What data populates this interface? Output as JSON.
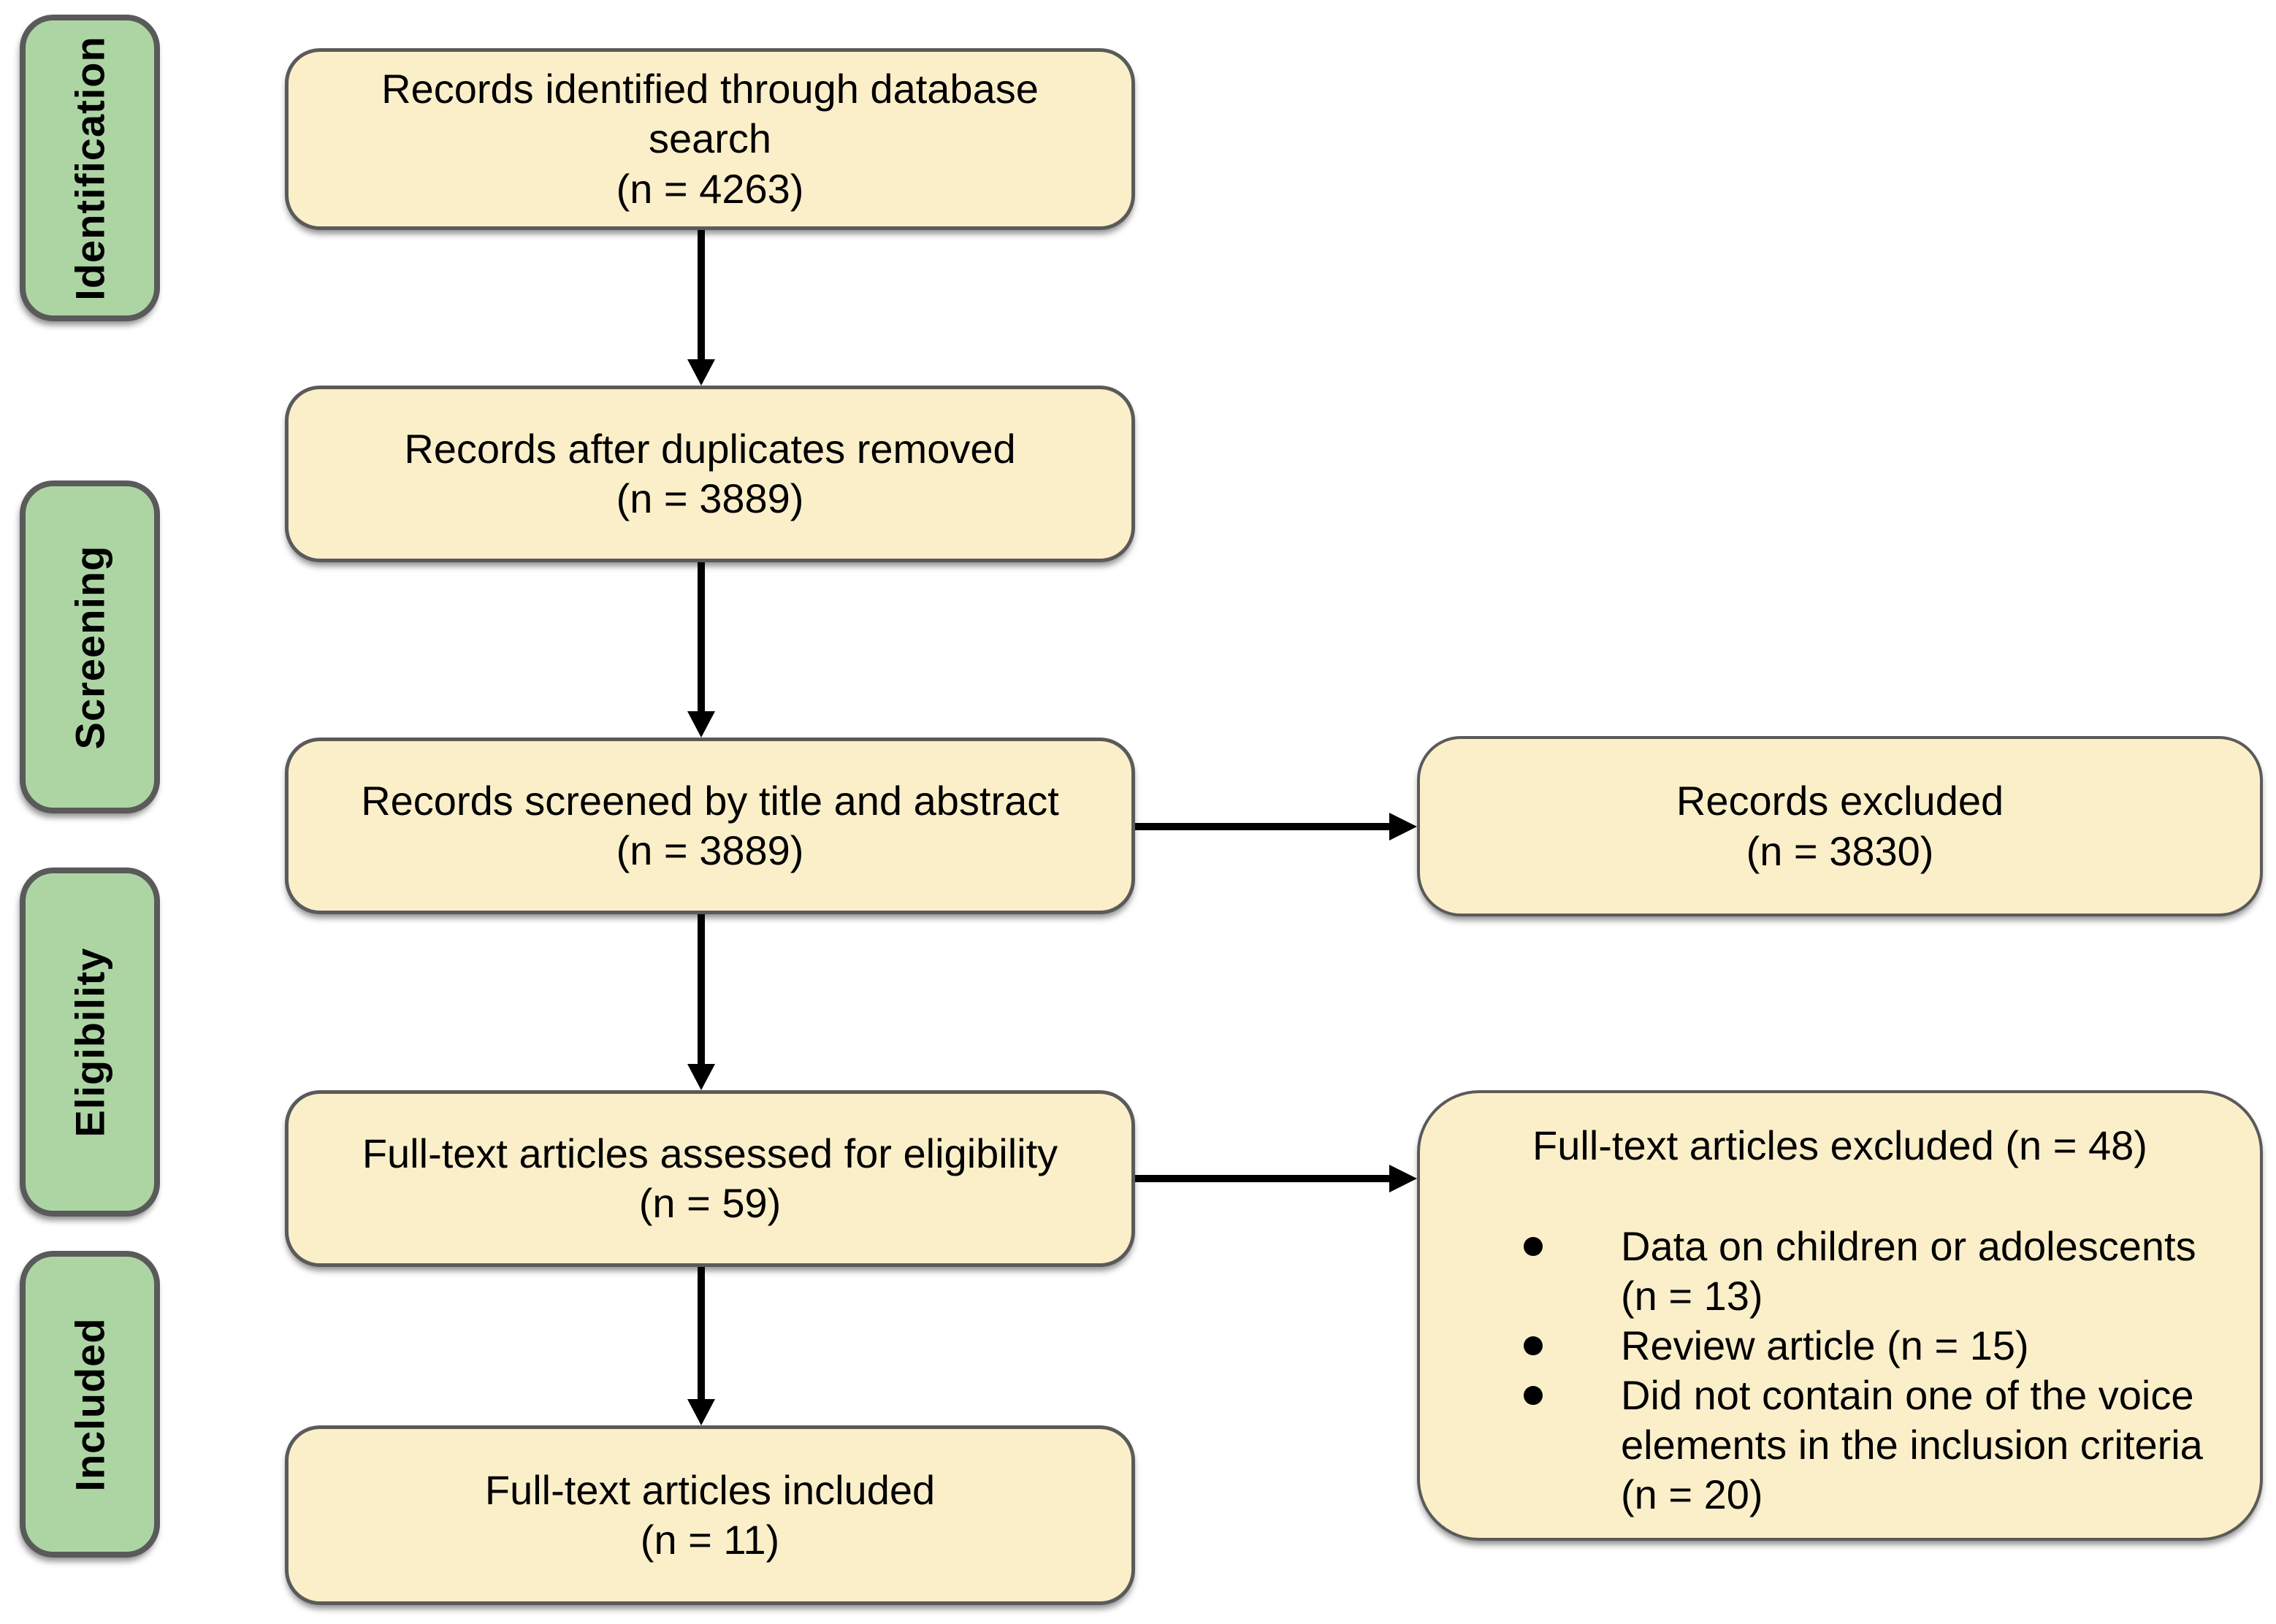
{
  "stages": [
    {
      "label": "Identification"
    },
    {
      "label": "Screening"
    },
    {
      "label": "Eligibility"
    },
    {
      "label": "Included"
    }
  ],
  "main_boxes": [
    {
      "label": "Records identified through database search",
      "count": "(n = 4263)"
    },
    {
      "label": "Records after duplicates removed",
      "count": "(n = 3889)"
    },
    {
      "label": "Records screened by title and abstract",
      "count": "(n = 3889)"
    },
    {
      "label": "Full-text articles assessed for eligibility",
      "count": "(n = 59)"
    },
    {
      "label": "Full-text articles included",
      "count": "(n = 11)"
    }
  ],
  "exclusion_box": {
    "label": "Records excluded",
    "count": "(n = 3830)"
  },
  "fulltext_exclusion_box": {
    "header": "Full-text articles excluded (n = 48)",
    "bullets": [
      "Data on children or adolescents (n = 13)",
      "Review article (n = 15)",
      "Did not contain one of the voice elements in the inclusion criteria (n = 20)"
    ]
  },
  "colors": {
    "stage_fill": "#ADD5A4",
    "box_fill": "#FBEFC9",
    "border": "#5A5A5A",
    "arrow": "#000000",
    "background": "#FFFFFF"
  }
}
